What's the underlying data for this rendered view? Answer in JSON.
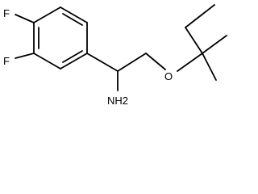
{
  "molecule": {
    "atoms": {
      "fluorine_top": "F",
      "fluorine_left": "F",
      "oxygen": "O",
      "amine": "NH2"
    }
  }
}
